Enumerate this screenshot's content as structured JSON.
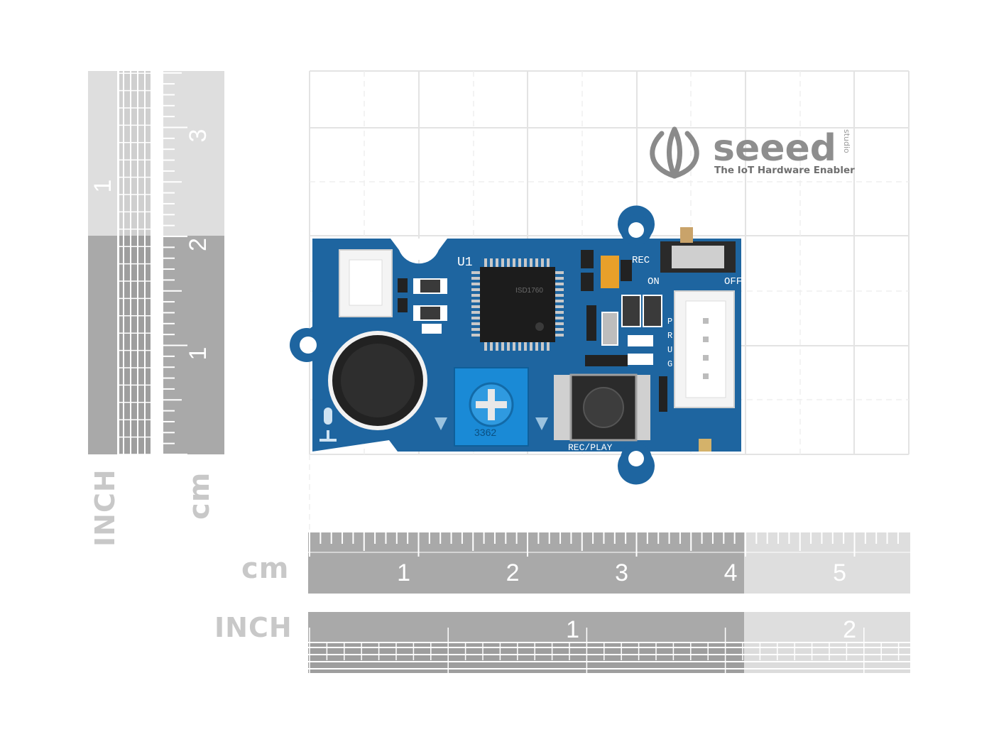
{
  "brand": {
    "name": "seeed",
    "superscript": "studio",
    "tagline": "The IoT Hardware Enabler"
  },
  "board": {
    "chip_label": "U1",
    "switch_labels": [
      "REC",
      "ON",
      "OFF"
    ],
    "button_label": "REC/PLAY",
    "connector_label": "PRUG"
  },
  "rulers": {
    "unit_cm": "cm",
    "unit_inch": "INCH",
    "horizontal_cm_numbers": [
      "1",
      "2",
      "3",
      "4",
      "5"
    ],
    "horizontal_inch_numbers": [
      "1",
      "2"
    ],
    "vertical_cm_numbers": [
      "1",
      "2",
      "3"
    ],
    "vertical_inch_numbers": [
      "1"
    ]
  },
  "colors": {
    "pcb": "#1f6aa5",
    "ruler_dark": "#a9a9a9",
    "ruler_light": "#d9d9d9",
    "grid": "#e0e0e0",
    "label_gray": "#c8c8c8"
  }
}
